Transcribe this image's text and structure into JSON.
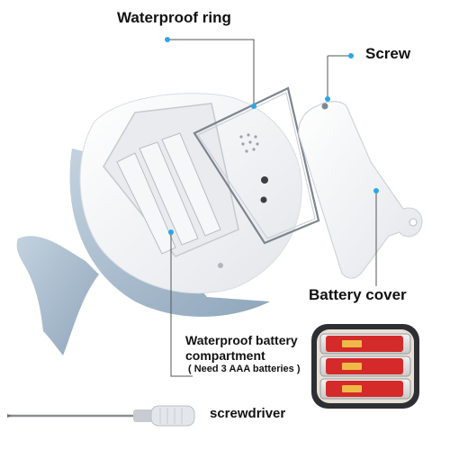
{
  "labels": {
    "waterproof_ring": "Waterproof ring",
    "screw": "Screw",
    "battery_cover": "Battery cover",
    "compartment_line1": "Waterproof battery",
    "compartment_line2": "compartment",
    "compartment_note": "( Need 3 AAA batteries )",
    "screwdriver": "screwdriver"
  },
  "colors": {
    "body_blue": "#a9bccd",
    "shell_white": "#f4f5f7",
    "callout_dot": "#2aa8e6",
    "battery_red": "#d42a2a",
    "text": "#111111"
  },
  "icons": [
    "whale-toy-body",
    "battery-inset-photo",
    "screwdriver-icon"
  ]
}
